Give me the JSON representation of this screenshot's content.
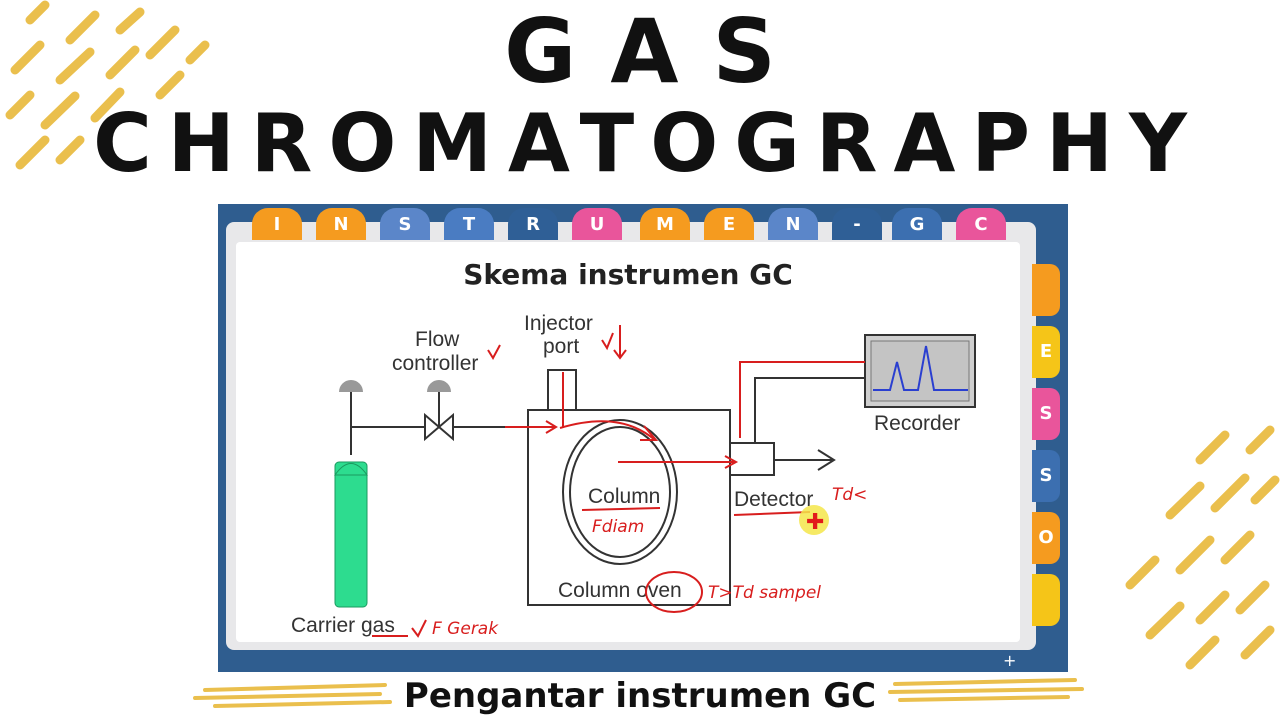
{
  "header": {
    "line1": "GAS",
    "line2": "CHROMATOGRAPHY"
  },
  "tabs": [
    {
      "label": "I",
      "color": "#f59b1f"
    },
    {
      "label": "N",
      "color": "#f59b1f"
    },
    {
      "label": "S",
      "color": "#5b86c9"
    },
    {
      "label": "T",
      "color": "#4a7cc2"
    },
    {
      "label": "R",
      "color": "#2f5f96"
    },
    {
      "label": "U",
      "color": "#e9559b"
    },
    {
      "label": "M",
      "color": "#f59b1f"
    },
    {
      "label": "E",
      "color": "#f59b1f"
    },
    {
      "label": "N",
      "color": "#5b86c9"
    },
    {
      "label": "-",
      "color": "#2f5f96"
    },
    {
      "label": "G",
      "color": "#3c6fb0"
    },
    {
      "label": "C",
      "color": "#e9559b"
    }
  ],
  "side_tabs": [
    {
      "label": "",
      "color": "#f59b1f"
    },
    {
      "label": "E",
      "color": "#f5c518"
    },
    {
      "label": "S",
      "color": "#e9559b"
    },
    {
      "label": "S",
      "color": "#3c6fb0"
    },
    {
      "label": "O",
      "color": "#f59b1f"
    },
    {
      "label": "",
      "color": "#f5c518"
    }
  ],
  "schema": {
    "title": "Skema instrumen GC",
    "labels": {
      "flow": "Flow",
      "controller": "controller",
      "injector": "Injector",
      "port": "port",
      "recorder": "Recorder",
      "column": "Column",
      "detector": "Detector",
      "column_oven": "Column oven",
      "carrier_gas": "Carrier gas"
    },
    "annotations": {
      "fdiam": "Fdiam",
      "td": "Td<",
      "oven_note": "T>Td sampel",
      "carrier_note": "F Gerak"
    }
  },
  "footer": {
    "subtitle": "Pengantar instrumen GC"
  },
  "colors": {
    "gold": "#e8b93a",
    "cylinder": "#2ddc8f",
    "ink": "#d81e1e",
    "board": "#2f5d8f"
  }
}
